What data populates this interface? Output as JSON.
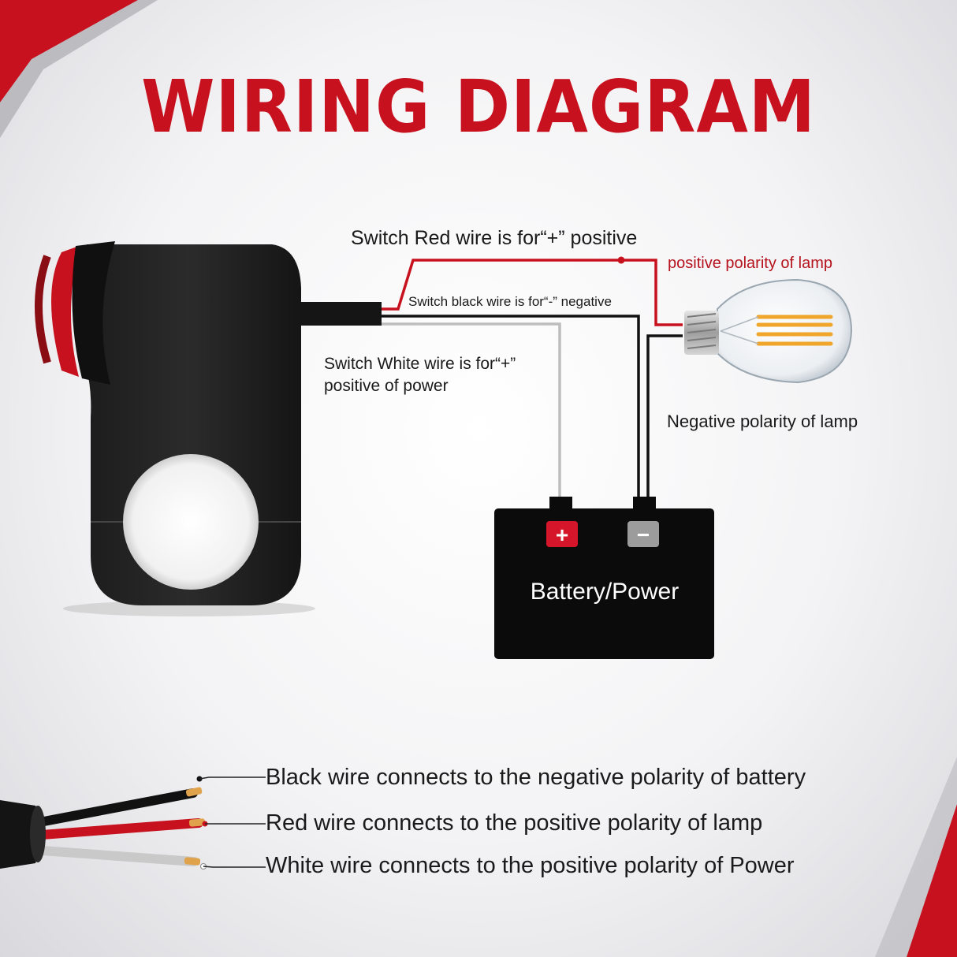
{
  "title": "WIRING DIAGRAM",
  "labels": {
    "switch_red": "Switch Red wire is for“+” positive",
    "positive_lamp": "positive polarity of lamp",
    "switch_black": "Switch black wire is for“-” negative",
    "switch_white_line1": "Switch White wire is for“+”",
    "switch_white_line2": "positive of power",
    "negative_lamp": "Negative polarity of  lamp",
    "battery": "Battery/Power",
    "battery_plus": "+",
    "battery_minus": "−"
  },
  "bottom": {
    "black": "Black wire connects to the negative polarity of battery",
    "red": "Red wire connects to the positive polarity of lamp",
    "white": "White wire connects to the positive polarity of Power"
  },
  "colors": {
    "accent": "#c8111e",
    "wire_red": "#c8111e",
    "wire_black": "#111111",
    "wire_white": "#bdbdbd"
  }
}
